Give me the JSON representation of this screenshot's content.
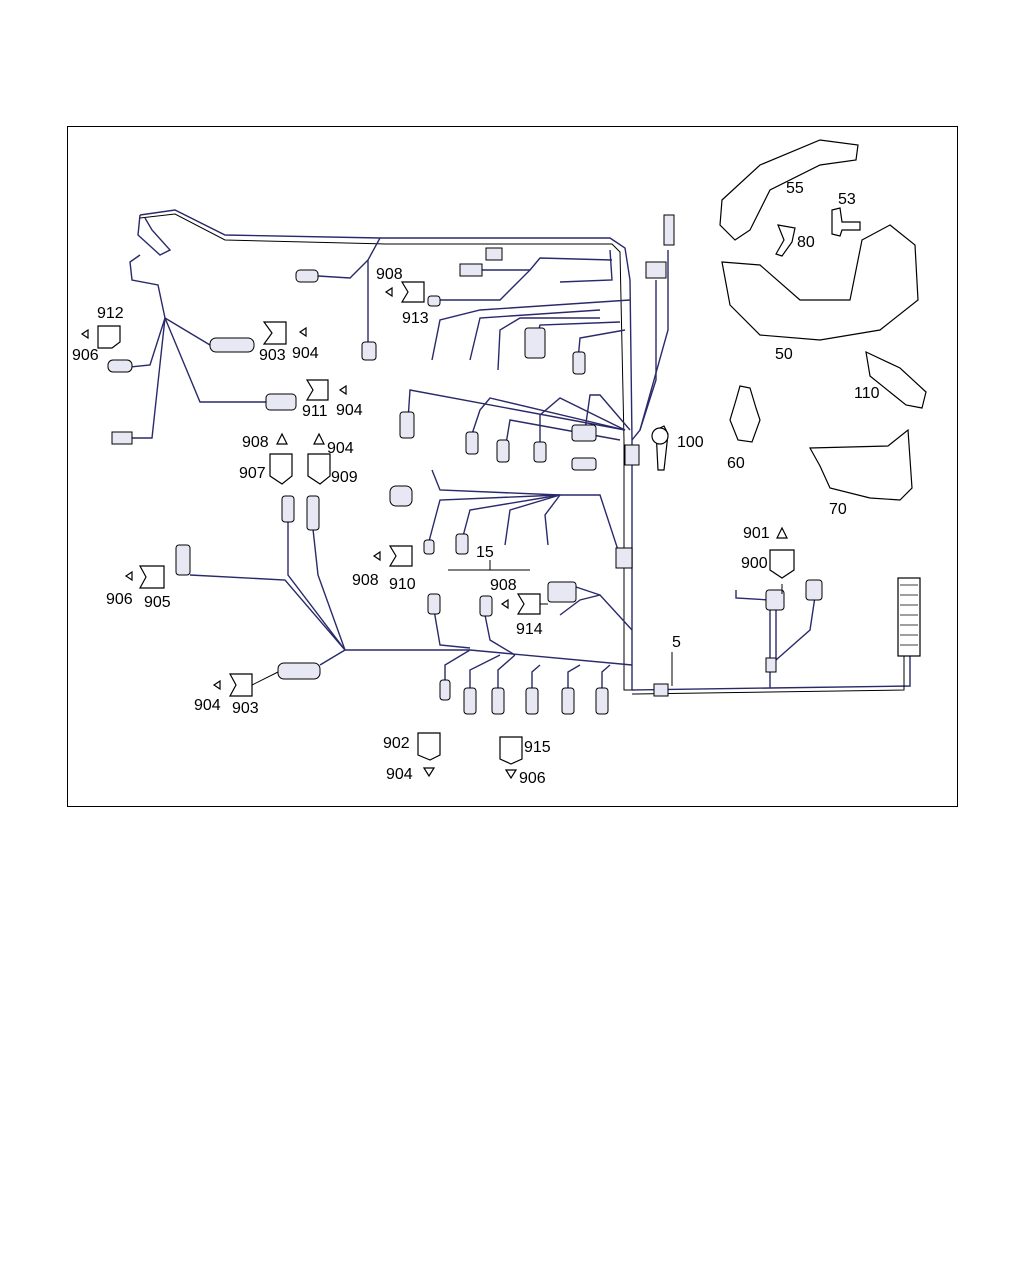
{
  "diagram": {
    "labels": {
      "l912": "912",
      "l906a": "906",
      "l903a": "903",
      "l904a": "904",
      "l911": "911",
      "l904b": "904",
      "l908a": "908",
      "l913": "913",
      "l908b": "908",
      "l904c": "904",
      "l907": "907",
      "l909": "909",
      "l906b": "906",
      "l905": "905",
      "l908c": "908",
      "l910": "910",
      "l15": "15",
      "l908d": "908",
      "l914": "914",
      "l904d": "904",
      "l903b": "903",
      "l902": "902",
      "l904e": "904",
      "l915": "915",
      "l906c": "906",
      "l100": "100",
      "l55": "55",
      "l53": "53",
      "l80": "80",
      "l50": "50",
      "l110": "110",
      "l60": "60",
      "l70": "70",
      "l901": "901",
      "l900": "900",
      "l5": "5"
    }
  }
}
